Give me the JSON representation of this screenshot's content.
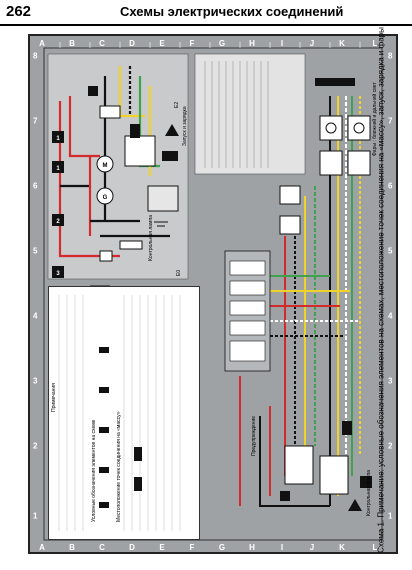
{
  "header": {
    "page_number": "262",
    "title": "Схемы электрических соединений"
  },
  "grid": {
    "columns": [
      "A",
      "B",
      "C",
      "D",
      "E",
      "F",
      "G",
      "H",
      "I",
      "J",
      "K",
      "L"
    ],
    "rows": [
      "1",
      "2",
      "3",
      "4",
      "5",
      "6",
      "7",
      "8"
    ]
  },
  "caption": "Схема 1. Примечание: условные обозначения элементов на схемах, местоположение точек соединения на «массу», запуск, зарядка и фары",
  "labels": {
    "start_charge": "Запуск и зарядка",
    "headlights": "Фары : ближний и дальний свет",
    "control_lamp": "Контрольная лампа",
    "e0": "E0",
    "e2": "E2",
    "control_lamp2": "Контрольная лампа",
    "warn": "Предупреждение"
  },
  "legend": {
    "title": "Примечания",
    "symbols_title": "Условные обозначения элементов на схеме",
    "ground_title": "Местоположение точек соединения на «массу»"
  },
  "colors": {
    "sheet": "#9ea2a4",
    "red": "#d32b2b",
    "yellow": "#f0d32a",
    "black": "#111111",
    "green": "#3fa34d",
    "white": "#ffffff"
  }
}
